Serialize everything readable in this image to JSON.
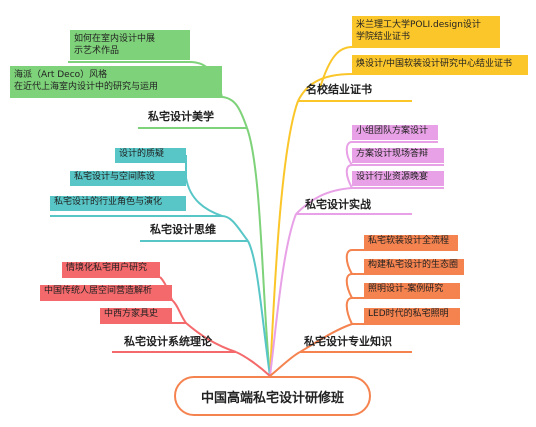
{
  "root": "中国高端私宅设计研修班",
  "branches": {
    "aesthetics": {
      "title": "私宅设计美学",
      "items": [
        [
          "如何在室内设计中展",
          "示艺术作品"
        ],
        [
          "海派（Art Deco）风格",
          "在近代上海室内设计中的研究与运用"
        ]
      ]
    },
    "certificate": {
      "title": "名校结业证书",
      "items": [
        [
          "米兰理工大学POLI.design设计",
          "学院结业证书"
        ],
        [
          "焕设计/中国软装设计研究中心结业证书"
        ]
      ]
    },
    "thinking": {
      "title": "私宅设计思维",
      "items": [
        "设计的质疑",
        "私宅设计与空间陈设",
        "私宅设计的行业角色与演化"
      ]
    },
    "practice": {
      "title": "私宅设计实战",
      "items": [
        "小组团队方案设计",
        "方案设计现场答辩",
        "设计行业资源晚宴"
      ]
    },
    "theory": {
      "title": "私宅设计系统理论",
      "items": [
        "情境化私宅用户研究",
        "中国传统人居空间营造解析",
        "中西方家具史"
      ]
    },
    "knowledge": {
      "title": "私宅设计专业知识",
      "items": [
        "私宅软装设计全流程",
        "构建私宅设计的生态圈",
        "照明设计-案例研究",
        "LED时代的私宅照明"
      ]
    }
  },
  "colors": {
    "aesthetics": "#7ed279",
    "certificate": "#fbc62a",
    "thinking": "#58c6c7",
    "practice": "#e8a1e6",
    "theory": "#f46a6c",
    "knowledge": "#f5834f"
  }
}
